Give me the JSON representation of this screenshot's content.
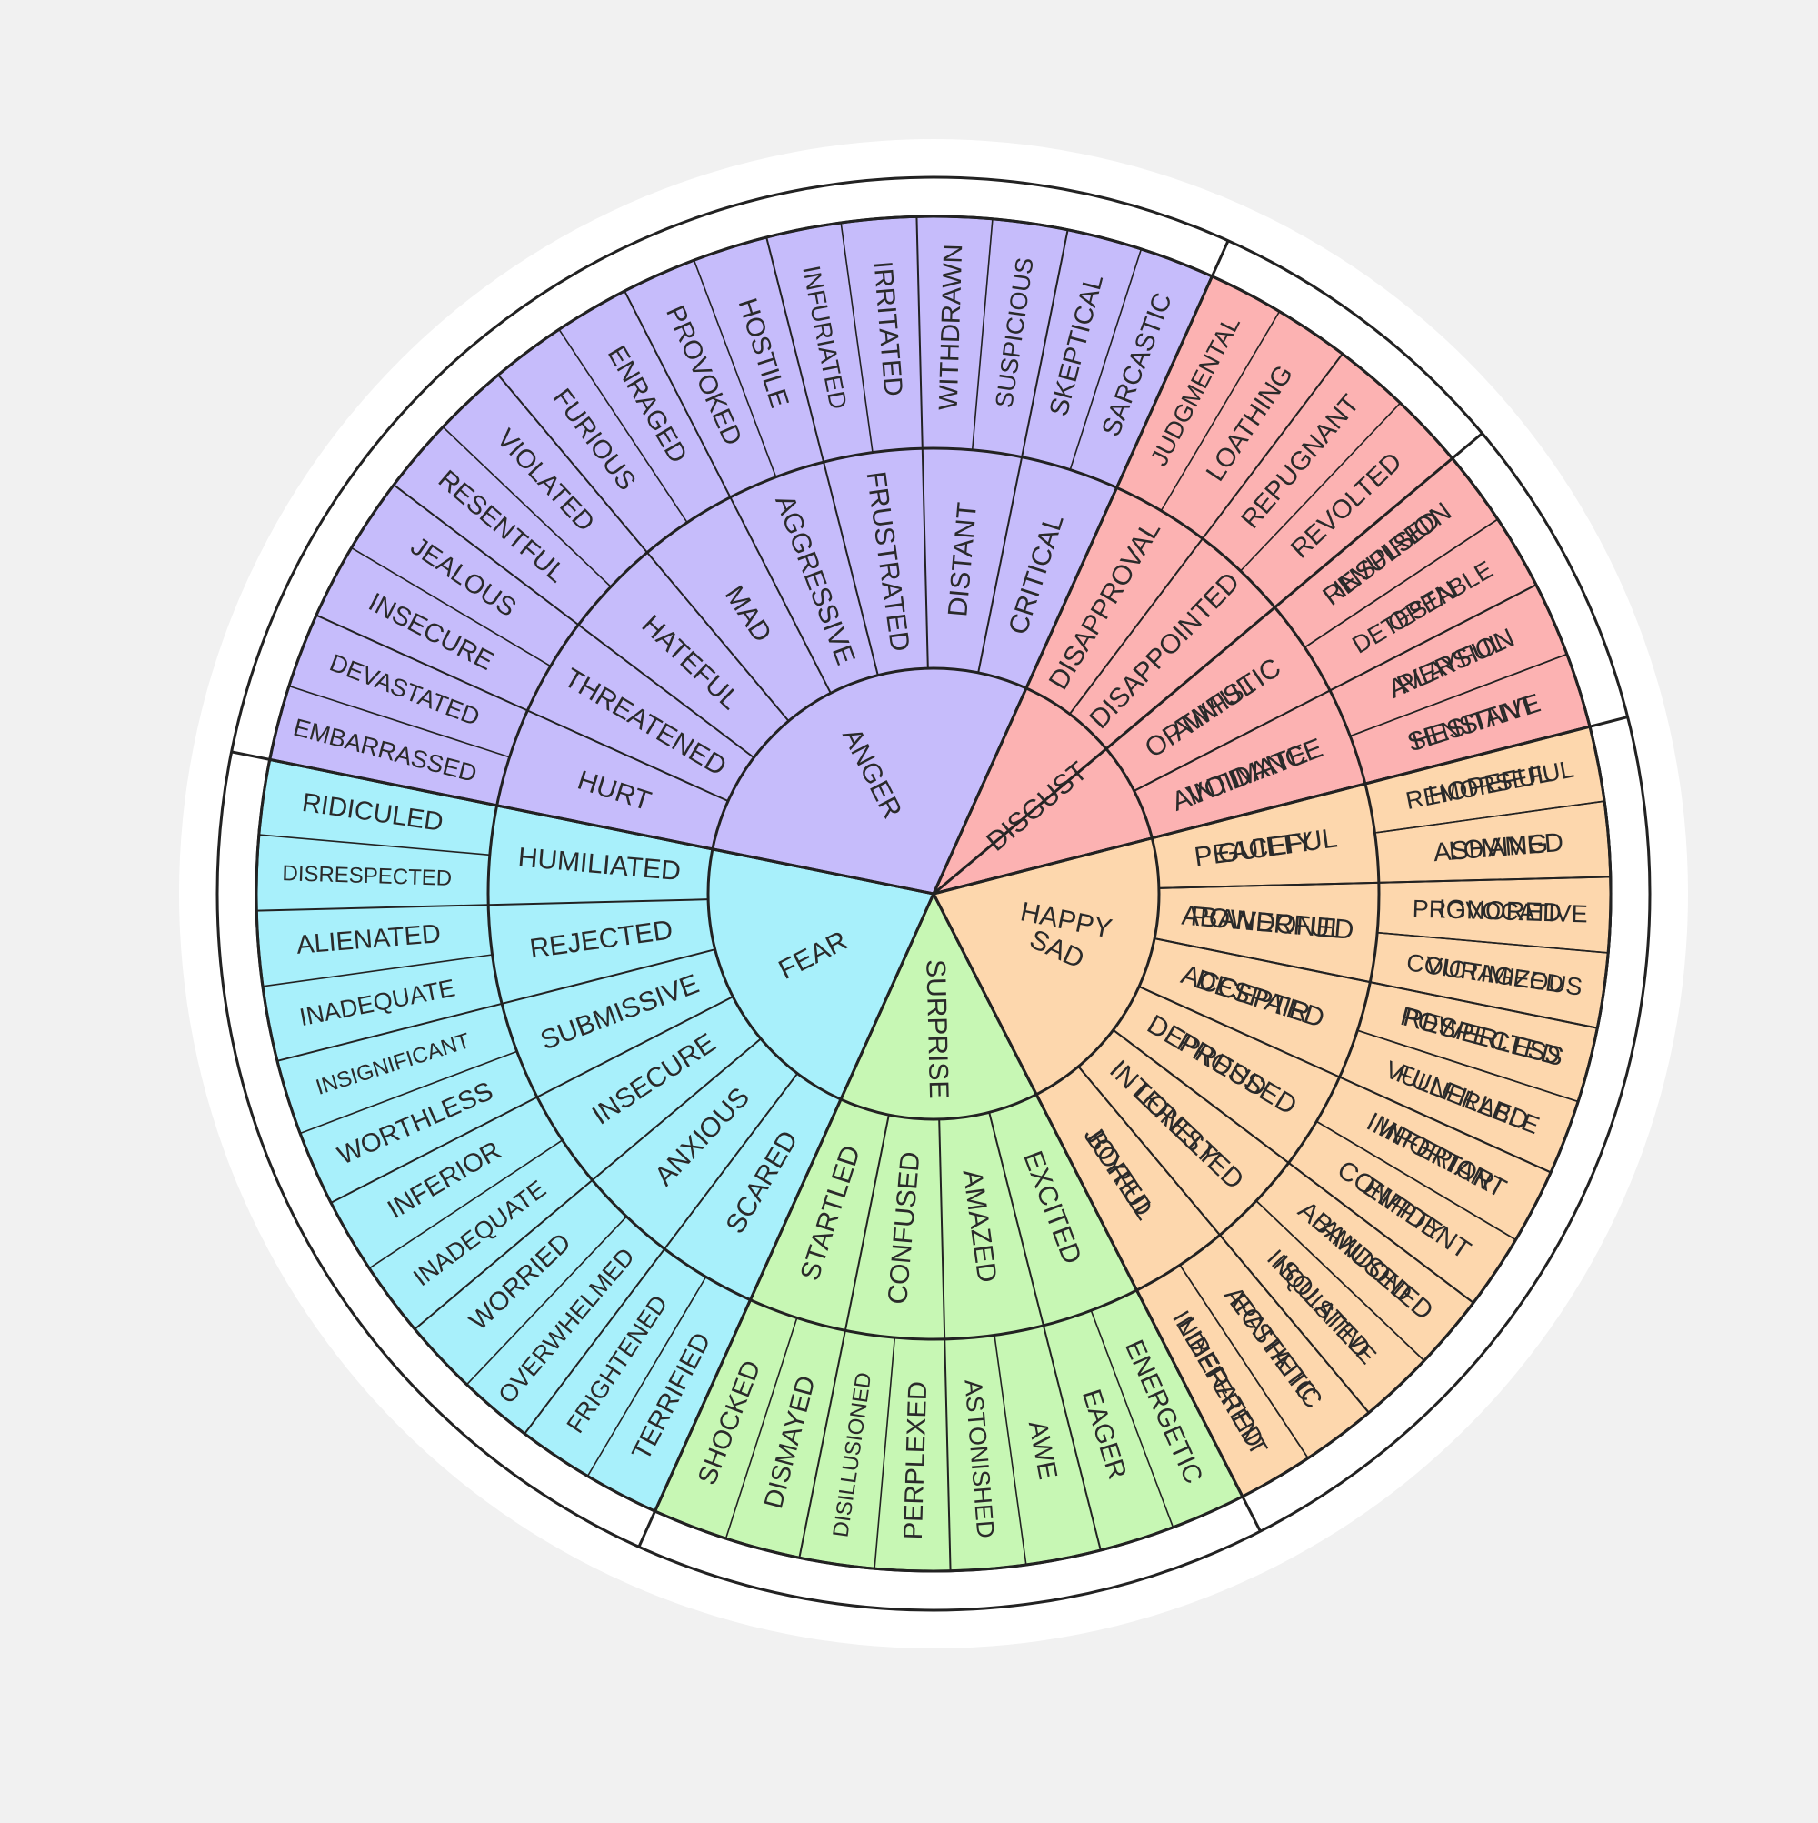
{
  "wheel": {
    "emotions": [
      {
        "name": "HAPPY",
        "color": "#fff8b0",
        "secondary": [
          {
            "label": "OPTIMISTIC",
            "tertiary": [
              "INSPIRED",
              "OPEN"
            ]
          },
          {
            "label": "INTIMATE",
            "tertiary": [
              "PLAYFUL",
              "SENSITIVE"
            ]
          },
          {
            "label": "PEACEFUL",
            "tertiary": [
              "HOPEFUL",
              "LOVING"
            ]
          },
          {
            "label": "POWERFUL",
            "tertiary": [
              "PROVOCATIVE",
              "COURAGEOUS"
            ]
          },
          {
            "label": "ACCEPTED",
            "tertiary": [
              "RESPECTED",
              "FULFILLED"
            ]
          },
          {
            "label": "PROUD",
            "tertiary": [
              "IMPORTANT",
              "CONFIDENT"
            ]
          },
          {
            "label": "INTERESTED",
            "tertiary": [
              "AMUSED",
              "INQUISITIVE"
            ]
          },
          {
            "label": "JOYFUL",
            "tertiary": [
              "ECSTATIC",
              "LIBERATED"
            ]
          }
        ]
      },
      {
        "name": "SURPRISE",
        "color": "#c7f7b4",
        "secondary": [
          {
            "label": "EXCITED",
            "tertiary": [
              "ENERGETIC",
              "EAGER"
            ]
          },
          {
            "label": "AMAZED",
            "tertiary": [
              "AWE",
              "ASTONISHED"
            ]
          },
          {
            "label": "CONFUSED",
            "tertiary": [
              "PERPLEXED",
              "DISILLUSIONED"
            ]
          },
          {
            "label": "STARTLED",
            "tertiary": [
              "DISMAYED",
              "SHOCKED"
            ]
          }
        ]
      },
      {
        "name": "FEAR",
        "color": "#a8f0fb",
        "secondary": [
          {
            "label": "SCARED",
            "tertiary": [
              "TERRIFIED",
              "FRIGHTENED"
            ]
          },
          {
            "label": "ANXIOUS",
            "tertiary": [
              "OVERWHELMED",
              "WORRIED"
            ]
          },
          {
            "label": "INSECURE",
            "tertiary": [
              "INADEQUATE",
              "INFERIOR"
            ]
          },
          {
            "label": "SUBMISSIVE",
            "tertiary": [
              "WORTHLESS",
              "INSIGNIFICANT"
            ]
          },
          {
            "label": "REJECTED",
            "tertiary": [
              "INADEQUATE",
              "ALIENATED"
            ]
          },
          {
            "label": "HUMILIATED",
            "tertiary": [
              "DISRESPECTED",
              "RIDICULED"
            ]
          }
        ]
      },
      {
        "name": "ANGER",
        "color": "#c6bcfb",
        "secondary": [
          {
            "label": "HURT",
            "tertiary": [
              "EMBARRASSED",
              "DEVASTATED"
            ]
          },
          {
            "label": "THREATENED",
            "tertiary": [
              "INSECURE",
              "JEALOUS"
            ]
          },
          {
            "label": "HATEFUL",
            "tertiary": [
              "RESENTFUL",
              "VIOLATED"
            ]
          },
          {
            "label": "MAD",
            "tertiary": [
              "FURIOUS",
              "ENRAGED"
            ]
          },
          {
            "label": "AGGRESSIVE",
            "tertiary": [
              "PROVOKED",
              "HOSTILE"
            ]
          },
          {
            "label": "FRUSTRATED",
            "tertiary": [
              "INFURIATED",
              "IRRITATED"
            ]
          },
          {
            "label": "DISTANT",
            "tertiary": [
              "WITHDRAWN",
              "SUSPICIOUS"
            ]
          },
          {
            "label": "CRITICAL",
            "tertiary": [
              "SKEPTICAL",
              "SARCASTIC"
            ]
          }
        ]
      },
      {
        "name": "DISGUST",
        "color": "#fcb2b2",
        "secondary": [
          {
            "label": "DISAPPROVAL",
            "tertiary": [
              "JUDGMENTAL",
              "LOATHING"
            ]
          },
          {
            "label": "DISAPPOINTED",
            "tertiary": [
              "REPUGNANT",
              "REVOLTED"
            ]
          },
          {
            "label": "AWFUL",
            "tertiary": [
              "REVULSION",
              "DETESTABLE"
            ]
          },
          {
            "label": "AVOIDANCE",
            "tertiary": [
              "AVERSION",
              "HESITANT"
            ]
          }
        ]
      },
      {
        "name": "SAD",
        "color": "#fdd7ad",
        "secondary": [
          {
            "label": "GUILTY",
            "tertiary": [
              "REMORSEFUL",
              "ASHAMED"
            ]
          },
          {
            "label": "ABANDONED",
            "tertiary": [
              "IGNORED",
              "VICTIMIZED"
            ]
          },
          {
            "label": "DESPAIR",
            "tertiary": [
              "POWERLESS",
              "VULNERABLE"
            ]
          },
          {
            "label": "DEPRESSED",
            "tertiary": [
              "INFERIOR",
              "EMPTY"
            ]
          },
          {
            "label": "LONELY",
            "tertiary": [
              "ABANDONED",
              "ISOLATED"
            ]
          },
          {
            "label": "BORED",
            "tertiary": [
              "APATHETIC",
              "INDIFFERENT"
            ]
          }
        ]
      }
    ]
  }
}
